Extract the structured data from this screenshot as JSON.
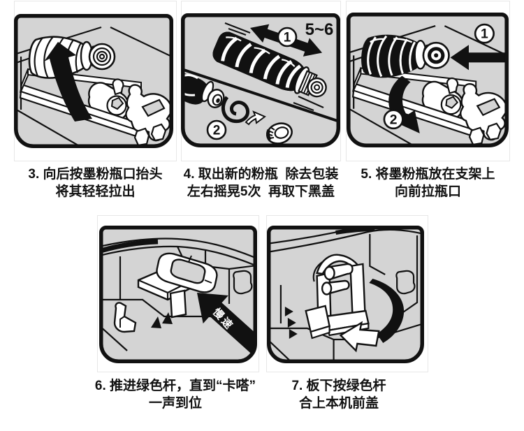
{
  "colors": {
    "page_background": "#ffffff",
    "panel_fill": "#d4d4d4",
    "line_color": "#111111",
    "part_fill": "#ffffff",
    "cell_border": "#e7e7e7",
    "caption_color": "#111111"
  },
  "steps": [
    {
      "number": "3",
      "caption_line1": "3. 向后按墨粉瓶口抬头",
      "caption_line2": "将其轻轻拉出",
      "illustration": "toner bottle lifted on holder tray, black curved arrow pointing up"
    },
    {
      "number": "4",
      "caption_line1": "4. 取出新的粉瓶  除去包装",
      "caption_line2": "左右摇晃5次  再取下黑盖",
      "badge1": "1",
      "badge2": "2",
      "shake_label": "5~6",
      "illustration": "new toner bottle shaken with double arrow, seal peeled off and black cap removed"
    },
    {
      "number": "5",
      "caption_line1": "5. 将墨粉瓶放在支架上",
      "caption_line2": "向前拉瓶口",
      "badge1": "1",
      "badge2": "2",
      "illustration": "black toner bottle placed on holder, arrow pushing left and curved arrow pulling forward"
    },
    {
      "number": "6",
      "caption_line1": "6. 推进绿色杆，直到“卡嗒”",
      "caption_line2": "一声到位",
      "arrow_text": "慢速",
      "illustration": "green lever pushed in with big black arrow pointing up-left"
    },
    {
      "number": "7",
      "caption_line1": "7. 板下按绿色杆",
      "caption_line2": "合上本机前盖",
      "illustration": "green lever pressed down with big curved black arrow"
    }
  ]
}
